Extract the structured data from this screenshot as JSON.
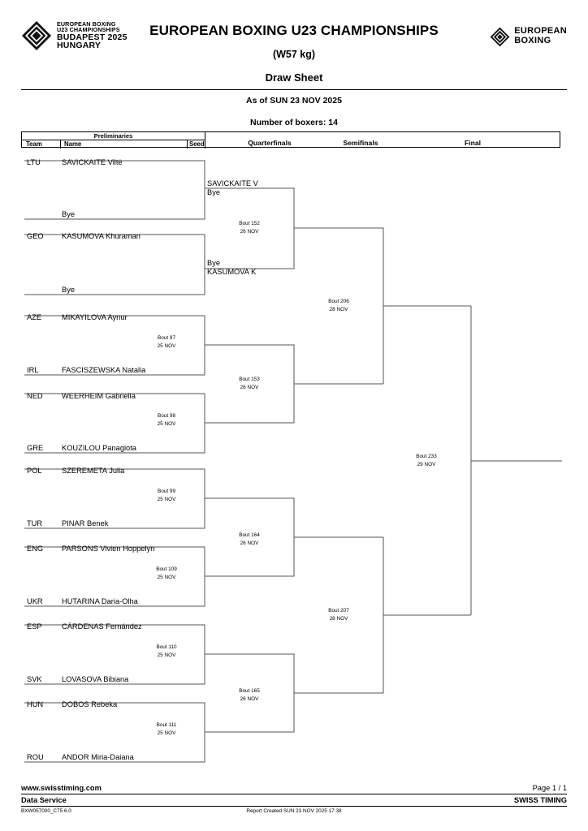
{
  "header": {
    "event_title": "EUROPEAN BOXING U23 CHAMPIONSHIPS",
    "weight_class": "(W57 kg)",
    "document_title": "Draw Sheet",
    "as_of": "As of SUN 23 NOV 2025",
    "boxer_count_label": "Number of boxers: 14",
    "left_logo": {
      "line1": "EUROPEAN BOXING",
      "line2": "U23 CHAMPIONSHIPS",
      "line3": "BUDAPEST 2025",
      "line4": "HUNGARY"
    },
    "right_logo": {
      "line1": "EUROPEAN",
      "line2": "BOXING"
    }
  },
  "columns": {
    "preliminaries": "Preliminaries",
    "team": "Team",
    "name": "Name",
    "seed": "Seed",
    "quarterfinals": "Quarterfinals",
    "semifinals": "Semifinals",
    "final": "Final"
  },
  "bracket_data": {
    "type": "single-elimination",
    "rounds": [
      "Preliminaries",
      "Quarterfinals",
      "Semifinals",
      "Final"
    ],
    "preliminaries": [
      {
        "team": "LTU",
        "name": "SAVICKAITE Viltė",
        "seed": "",
        "opponent": "Bye"
      },
      {
        "team": "GEO",
        "name": "KASUMOVA Khuraman",
        "seed": "",
        "opponent": "Bye"
      },
      {
        "team": "AZE",
        "name": "MIKAYILOVA Aynur",
        "seed": "",
        "opponent": "",
        "bout": "Bout  97",
        "date": "25 NOV"
      },
      {
        "team": "IRL",
        "name": "FASCISZEWSKA Natalia",
        "seed": ""
      },
      {
        "team": "NED",
        "name": "WEERHEIM Gabriella",
        "seed": "",
        "bout": "Bout  98",
        "date": "25 NOV"
      },
      {
        "team": "GRE",
        "name": "KOUZILOU Panagiota",
        "seed": ""
      },
      {
        "team": "POL",
        "name": "SZEREMETA Julia",
        "seed": "",
        "bout": "Bout  99",
        "date": "25 NOV"
      },
      {
        "team": "TUR",
        "name": "PINAR Benek",
        "seed": ""
      },
      {
        "team": "ENG",
        "name": "PARSONS Vivien Hoppelyn",
        "seed": "",
        "bout": "Bout  109",
        "date": "25 NOV"
      },
      {
        "team": "UKR",
        "name": "HUTARINA Daria-Olha",
        "seed": ""
      },
      {
        "team": "ESP",
        "name": "CÁRDENAS Fernández",
        "seed": "",
        "bout": "Bout  110",
        "date": "25 NOV"
      },
      {
        "team": "SVK",
        "name": "LOVASOVA Bibiana",
        "seed": ""
      },
      {
        "team": "HUN",
        "name": "DOBOS Rebeka",
        "seed": "",
        "bout": "Bout  111",
        "date": "25 NOV"
      },
      {
        "team": "ROU",
        "name": "ANDOR Miria-Daiana",
        "seed": ""
      }
    ],
    "prelim_bouts": [
      {
        "bout": "Bout  97",
        "date": "25 NOV"
      },
      {
        "bout": "Bout  98",
        "date": "25 NOV"
      },
      {
        "bout": "Bout  99",
        "date": "25 NOV"
      },
      {
        "bout": "Bout  109",
        "date": "25 NOV"
      },
      {
        "bout": "Bout  110",
        "date": "25 NOV"
      },
      {
        "bout": "Bout  111",
        "date": "25 NOV"
      }
    ],
    "quarterfinals": [
      {
        "bout": "Bout  152",
        "date": "26 NOV",
        "top_a": "SAVICKAITE V",
        "top_b": "Bye",
        "bot_a": "Bye",
        "bot_b": "KASUMOVA K"
      },
      {
        "bout": "Bout  153",
        "date": "26 NOV"
      },
      {
        "bout": "Bout  164",
        "date": "26 NOV"
      },
      {
        "bout": "Bout  165",
        "date": "26 NOV"
      }
    ],
    "semifinals": [
      {
        "bout": "Bout  206",
        "date": "28 NOV"
      },
      {
        "bout": "Bout  207",
        "date": "28 NOV"
      }
    ],
    "final": [
      {
        "bout": "Bout  233",
        "date": "29 NOV"
      }
    ]
  },
  "footer": {
    "website": "www.swisstiming.com",
    "page": "Page 1 / 1",
    "data_service": "Data Service",
    "brand": "SWISS TIMING",
    "doc_code": "BXW057000_C75 6.0",
    "report_created": "Report Created  SUN 23 NOV 2025 17:38"
  }
}
